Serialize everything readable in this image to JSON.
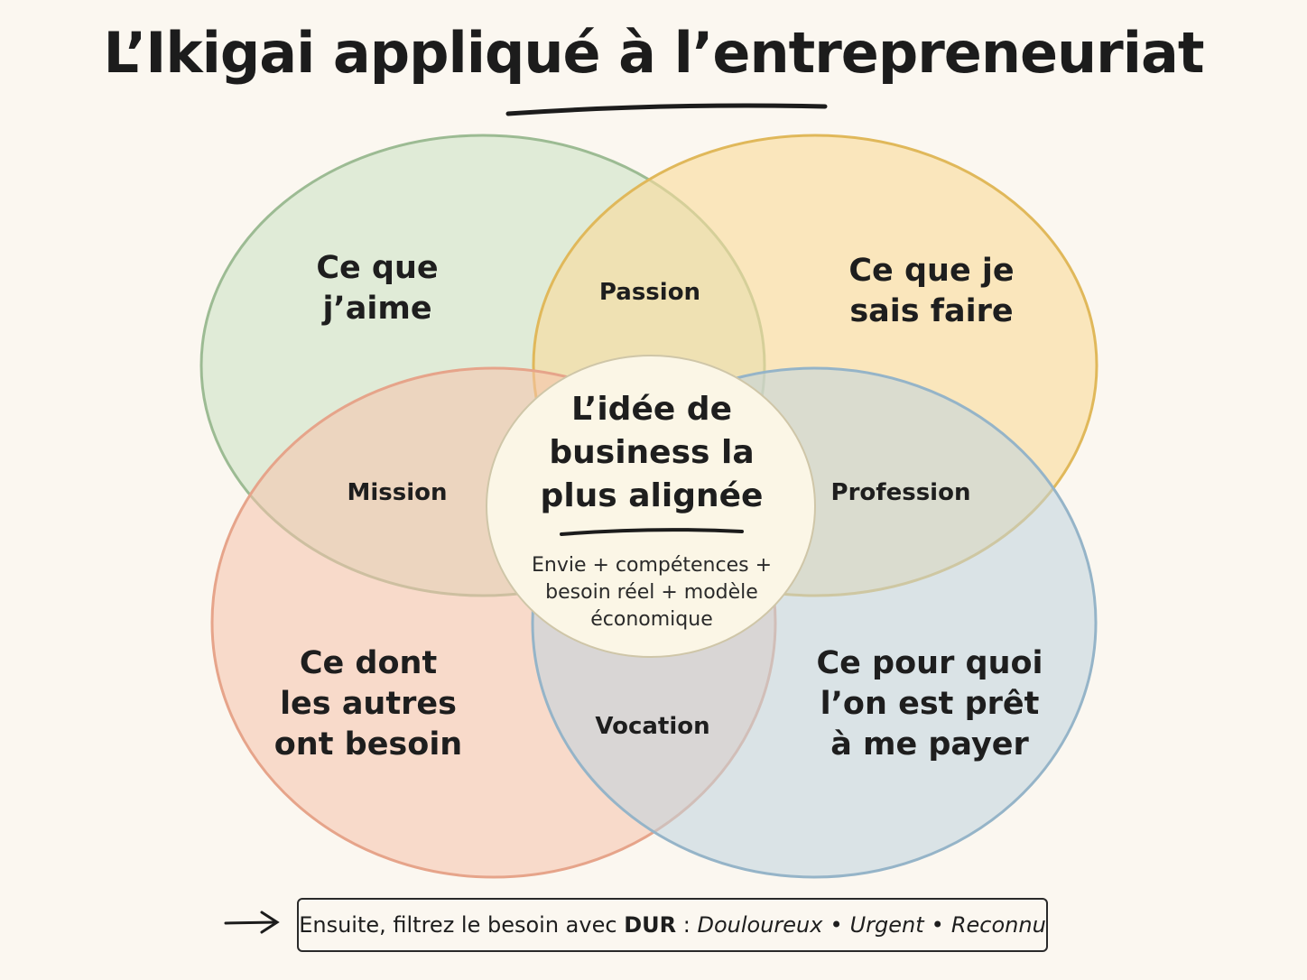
{
  "title": "L’Ikigai appliqué à l’entrepreneuriat",
  "circles": {
    "love": {
      "line1": "Ce que",
      "line2": "j’aime",
      "color": "#cfe3c8"
    },
    "skill": {
      "line1": "Ce que je",
      "line2": "sais faire",
      "color": "#f8dc9c"
    },
    "need": {
      "line1": "Ce dont",
      "line2": "les autres",
      "line3": "ont besoin",
      "color": "#f6c3ac"
    },
    "paid": {
      "line1": "Ce pour quoi",
      "line2": "l’on est prêt",
      "line3": "à me payer",
      "color": "#bfd3df"
    }
  },
  "intersections": {
    "passion": "Passion",
    "mission": "Mission",
    "profession": "Profession",
    "vocation": "Vocation"
  },
  "center": {
    "line1": "L’idée de",
    "line2": "business la",
    "line3": "plus alignée",
    "sub1": "Envie + compétences +",
    "sub2": "besoin réel + modèle",
    "sub3": "économique",
    "color": "#fbf6e6"
  },
  "footer": {
    "prefix": "Ensuite, filtrez le besoin avec",
    "acronym": "DUR",
    "colon": ":",
    "item1": "Douloureux",
    "item2": "Urgent",
    "item3": "Reconnu",
    "separator": "•"
  }
}
